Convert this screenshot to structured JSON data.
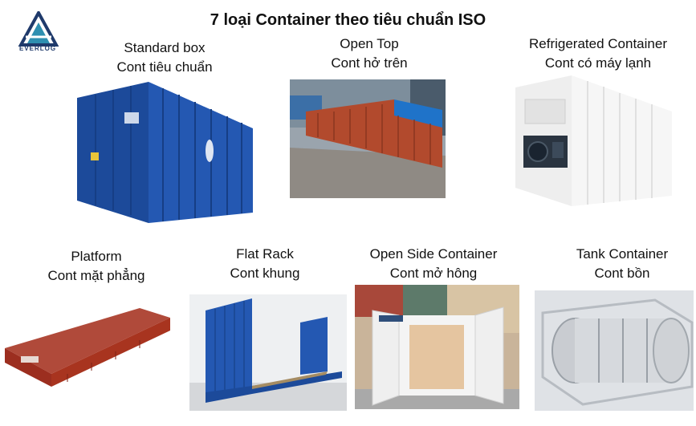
{
  "title": "7 loại Container theo tiêu chuẩn ISO",
  "logo": {
    "text": "EVERLOG",
    "icon": "everlog-logo-icon"
  },
  "containers": [
    {
      "name_en": "Standard box",
      "name_vi": "Cont tiêu chuẩn",
      "image": "standard-box-container-photo"
    },
    {
      "name_en": "Open Top",
      "name_vi": "Cont hở trên",
      "image": "open-top-container-photo"
    },
    {
      "name_en": "Refrigerated Container",
      "name_vi": "Cont có máy lạnh",
      "image": "refrigerated-container-photo"
    },
    {
      "name_en": "Platform",
      "name_vi": "Cont mặt phẳng",
      "image": "platform-container-photo"
    },
    {
      "name_en": "Flat Rack",
      "name_vi": "Cont khung",
      "image": "flat-rack-container-photo"
    },
    {
      "name_en": "Open Side Container",
      "name_vi": "Cont mở hông",
      "image": "open-side-container-photo"
    },
    {
      "name_en": "Tank Container",
      "name_vi": "Cont bồn",
      "image": "tank-container-photo"
    }
  ],
  "colors": {
    "blue": "#1f4fa0",
    "red": "#a8341f",
    "white": "#f2f2f2",
    "steel": "#c9ccd1"
  }
}
